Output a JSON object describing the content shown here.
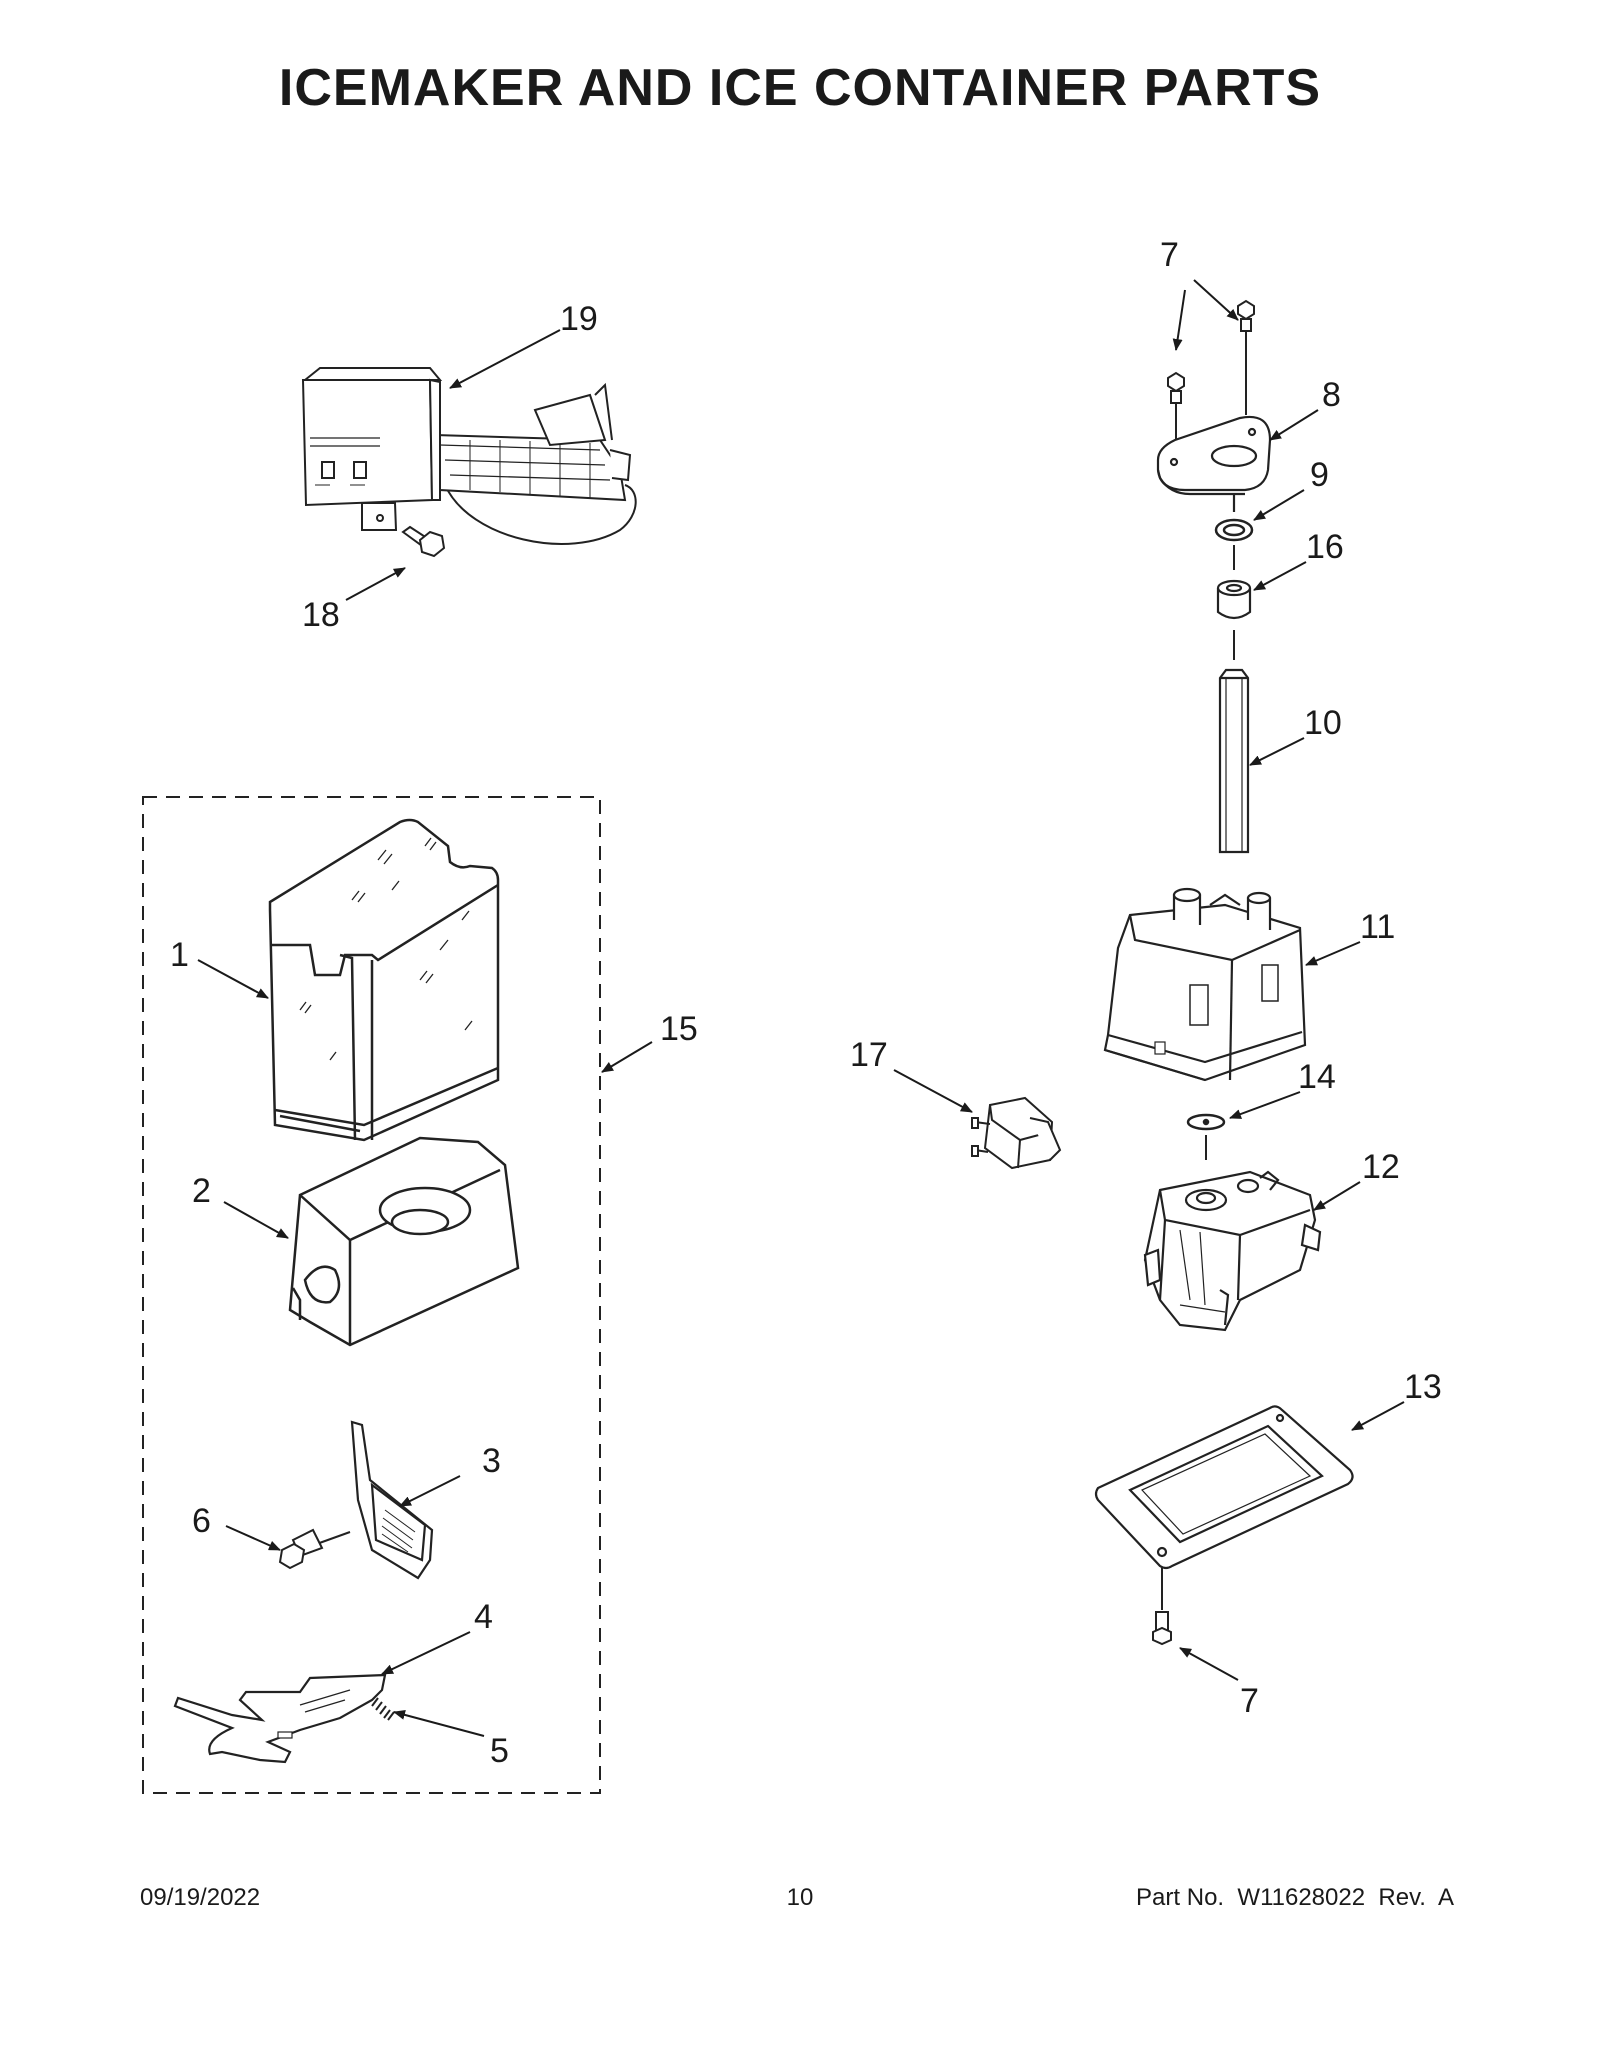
{
  "page": {
    "title": "ICEMAKER AND ICE CONTAINER PARTS",
    "date": "09/19/2022",
    "page_number": "10",
    "part_number": "Part No.  W11628022  Rev.  A"
  },
  "callouts": {
    "c1": "1",
    "c2": "2",
    "c3": "3",
    "c4": "4",
    "c5": "5",
    "c6": "6",
    "c7a": "7",
    "c7b": "7",
    "c8": "8",
    "c9": "9",
    "c10": "10",
    "c11": "11",
    "c12": "12",
    "c13": "13",
    "c14": "14",
    "c15": "15",
    "c16": "16",
    "c17": "17",
    "c18": "18",
    "c19": "19"
  }
}
